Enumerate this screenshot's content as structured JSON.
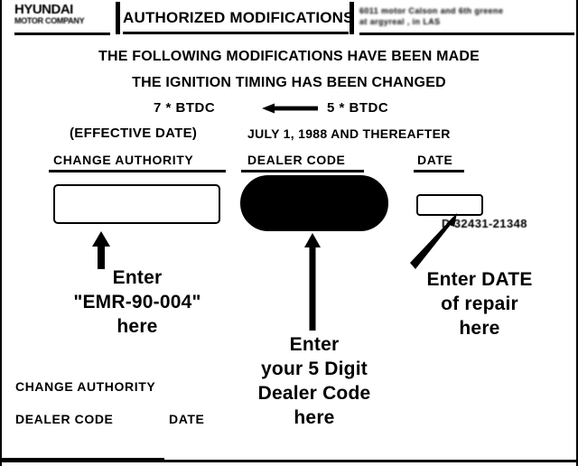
{
  "document": {
    "header": {
      "logo_main": "HYUNDAI",
      "logo_sub": "MOTOR COMPANY",
      "title": "AUTHORIZED  MODIFICATIONS",
      "address_line1": "6011 motor Calson  and  6th  greene",
      "address_line2": "at  argyreal ,  in  LAS"
    },
    "statements": {
      "line1": "THE FOLLOWING MODIFICATIONS HAVE BEEN MADE",
      "line2": "THE IGNITION TIMING HAS BEEN CHANGED"
    },
    "timing": {
      "old_value": "7 * BTDC",
      "new_value": "5 * BTDC",
      "arrow_icon": "left-arrow-icon"
    },
    "effective": {
      "label": "(EFFECTIVE  DATE)",
      "value": "JULY 1, 1988  AND THEREAFTER"
    },
    "fields": [
      {
        "heading": "CHANGE AUTHORITY",
        "value": ""
      },
      {
        "heading": "DEALER  CODE",
        "value": ""
      },
      {
        "heading": "DATE",
        "value": ""
      }
    ],
    "form_number": "D 32431-21348",
    "callouts": {
      "change_authority": {
        "line1": "Enter",
        "line2": "\"EMR-90-004\"",
        "line3": "here",
        "arrow_icon": "up-arrow-icon"
      },
      "dealer_code": {
        "line1": "Enter",
        "line2": "your 5 Digit",
        "line3": "Dealer Code",
        "line4": "here",
        "arrow_icon": "up-arrow-icon"
      },
      "date": {
        "line1": "Enter DATE",
        "line2": "of repair",
        "line3": "here",
        "arrow_icon": "diagonal-up-right-arrow-icon"
      }
    },
    "legend": {
      "change_authority": "CHANGE  AUTHORITY",
      "dealer_code": "DEALER  CODE",
      "date": "DATE"
    },
    "colors": {
      "ink": "#000000",
      "paper": "#ffffff"
    }
  }
}
